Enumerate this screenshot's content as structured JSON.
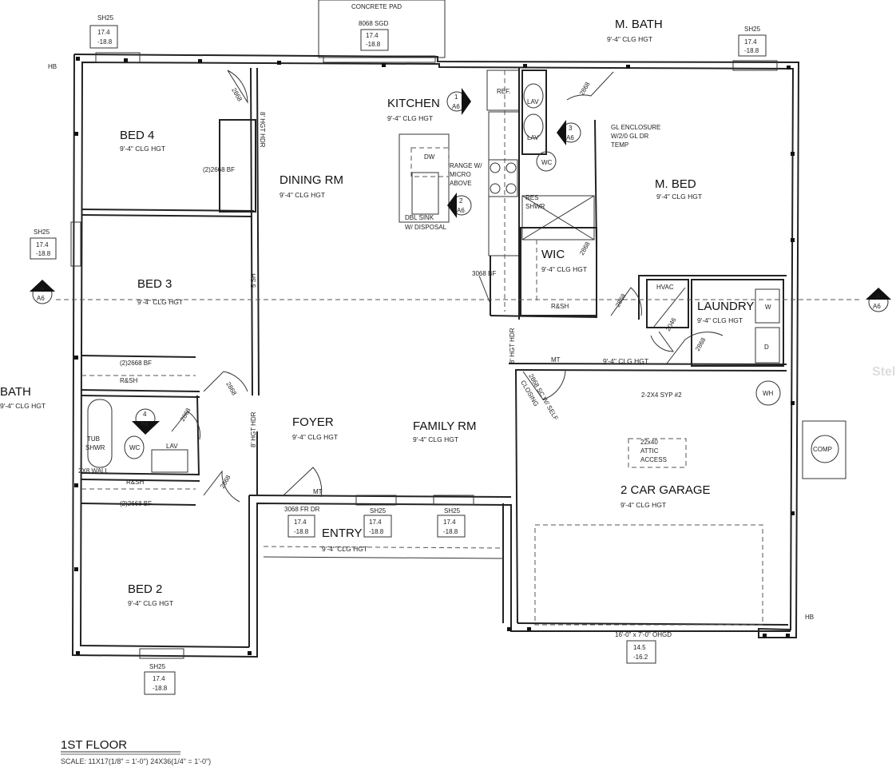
{
  "plan": {
    "title": "1ST FLOOR",
    "scale": "SCALE: 11X17(1/8\" = 1'-0\") 24X36(1/4\" = 1'-0\")",
    "ceiling": "9'-4\" CLG HGT",
    "rooms": {
      "bed4": "BED 4",
      "bed3": "BED 3",
      "bed2": "BED 2",
      "bath": "BATH",
      "dining": "DINING RM",
      "kitchen": "KITCHEN",
      "mbath": "M. BATH",
      "mbed": "M. BED",
      "wic": "WIC",
      "laundry": "LAUNDRY",
      "foyer": "FOYER",
      "family": "FAMILY RM",
      "entry": "ENTRY",
      "garage": "2 CAR GARAGE"
    },
    "notes": {
      "concrete_pad": "CONCRETE PAD",
      "sgd": "8068 SGD",
      "sh25": "SH25",
      "win_a": "17.4",
      "win_b": "-18.8",
      "ohgd": "16'-0\" x 7'-0\" OHGD",
      "ohgd_a": "14.5",
      "ohgd_b": "-16.2",
      "hb": "HB",
      "ref": "REF.",
      "dw": "DW",
      "range": "RANGE W/",
      "micro": "MICRO",
      "above": "ABOVE",
      "sink": "DBL SINK",
      "disposal": "W/ DISPOSAL",
      "lav": "LAV",
      "wc": "WC",
      "res": "RES",
      "shwr": "SHWR",
      "gl1": "GL ENCLOSURE",
      "gl2": "W/2/0 GL DR",
      "gl3": "TEMP",
      "rsh": "R&SH",
      "bf2668": "(2)2668 BF",
      "bf3068": "3068 BF",
      "sh5": "5 SH",
      "hvac": "HVAC",
      "w": "W",
      "d": "D",
      "wh": "WH",
      "comp": "COMP",
      "mt": "MT",
      "d2868": "2868",
      "d2046": "2046",
      "hdr8": "8' HGT HDR",
      "scd": "2868 SC W/ SELF",
      "closing": "CLOSING",
      "syp": "2-2X4 SYP #2",
      "attic1": "22x40",
      "attic2": "ATTIC",
      "attic3": "ACCESS",
      "tub": "TUB",
      "tubshwr": "SHWR",
      "wall2x8": "2X8 WALL",
      "frdr": "3068 FR DR",
      "a6": "A6",
      "s1": "1",
      "s2": "2",
      "s3": "3",
      "s4": "4",
      "sa": "A"
    },
    "watermark": "Stellar"
  }
}
